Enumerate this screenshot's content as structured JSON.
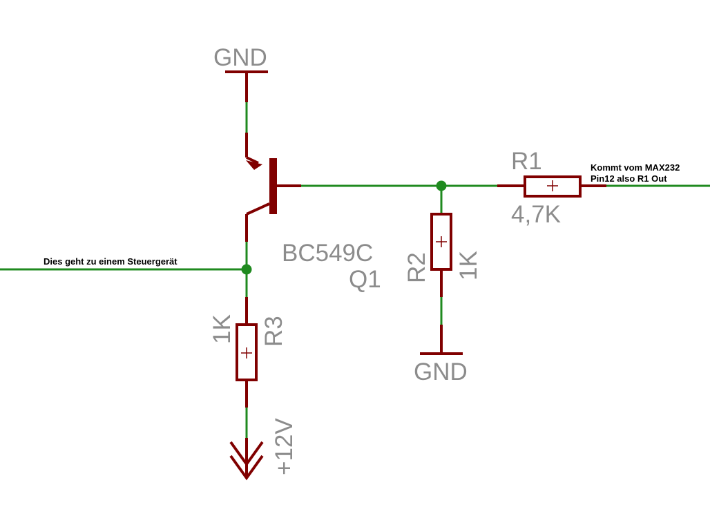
{
  "components": {
    "gnd_top": {
      "label": "GND"
    },
    "gnd_bottom": {
      "label": "GND"
    },
    "q1": {
      "type": "BC549C",
      "name": "Q1"
    },
    "r1": {
      "name": "R1",
      "value": "4,7K"
    },
    "r2": {
      "name": "R2",
      "value": "1K"
    },
    "r3": {
      "name": "R3",
      "value": "1K"
    },
    "supply": {
      "label": "+12V"
    }
  },
  "nets": {
    "left": "Dies geht zu einem Steuergerät",
    "right_line1": "Kommt vom MAX232",
    "right_line2": "Pin12 also R1 Out"
  },
  "colors": {
    "wire": "#1f8a1f",
    "part": "#800000",
    "label": "#8c8c8c",
    "net_text": "#000000"
  }
}
